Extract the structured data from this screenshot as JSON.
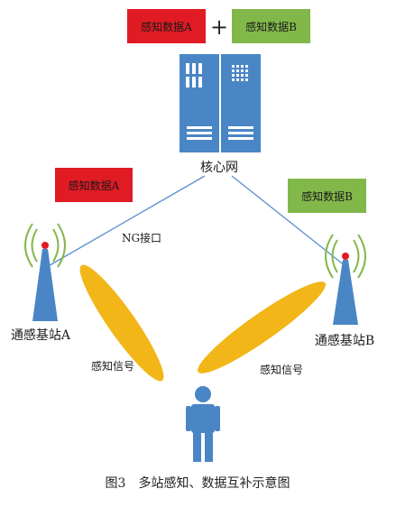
{
  "top_boxes": {
    "data_a": "感知数据A",
    "plus": "+",
    "data_b": "感知数据B"
  },
  "core": {
    "label": "核心网"
  },
  "link": {
    "left_data": "感知数据A",
    "right_data": "感知数据B",
    "interface": "NG接口"
  },
  "stations": {
    "a": "通感基站A",
    "b": "通感基站B"
  },
  "beams": {
    "left_signal": "感知信号",
    "right_signal": "感知信号"
  },
  "caption": "图3　多站感知、数据互补示意图",
  "colors": {
    "red": "#e01b24",
    "green": "#82b84a",
    "blue": "#4a86c5",
    "server_light": "#5b95d2",
    "beam": "#f2b619",
    "line": "#5a8fcf"
  }
}
